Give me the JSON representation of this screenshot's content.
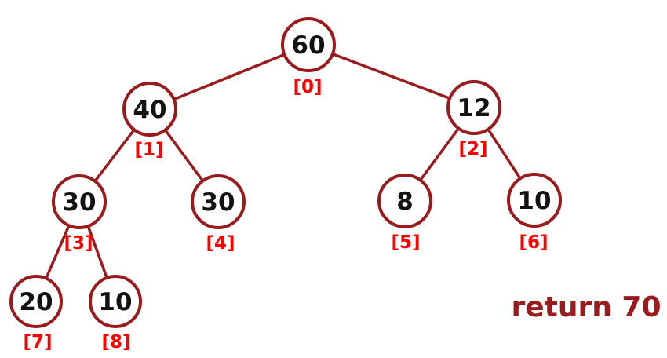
{
  "diagram": {
    "type": "binary-tree",
    "tree": {
      "nodes": [
        {
          "value": "60",
          "index": "[0]"
        },
        {
          "value": "40",
          "index": "[1]"
        },
        {
          "value": "12",
          "index": "[2]"
        },
        {
          "value": "30",
          "index": "[3]"
        },
        {
          "value": "30",
          "index": "[4]"
        },
        {
          "value": "8",
          "index": "[5]"
        },
        {
          "value": "10",
          "index": "[6]"
        },
        {
          "value": "20",
          "index": "[7]"
        },
        {
          "value": "10",
          "index": "[8]"
        }
      ],
      "edges": [
        [
          0,
          1
        ],
        [
          0,
          2
        ],
        [
          1,
          3
        ],
        [
          1,
          4
        ],
        [
          2,
          5
        ],
        [
          2,
          6
        ],
        [
          3,
          7
        ],
        [
          3,
          8
        ]
      ]
    },
    "annotation": {
      "result_label": "return 70"
    },
    "colors": {
      "node_stroke": "#9a1b1e",
      "edge": "#9a1b1e",
      "node_value_text": "#121212",
      "index_label_text": "#ff0000",
      "result_text": "#9a1b1e",
      "background": "#ffffff"
    }
  }
}
